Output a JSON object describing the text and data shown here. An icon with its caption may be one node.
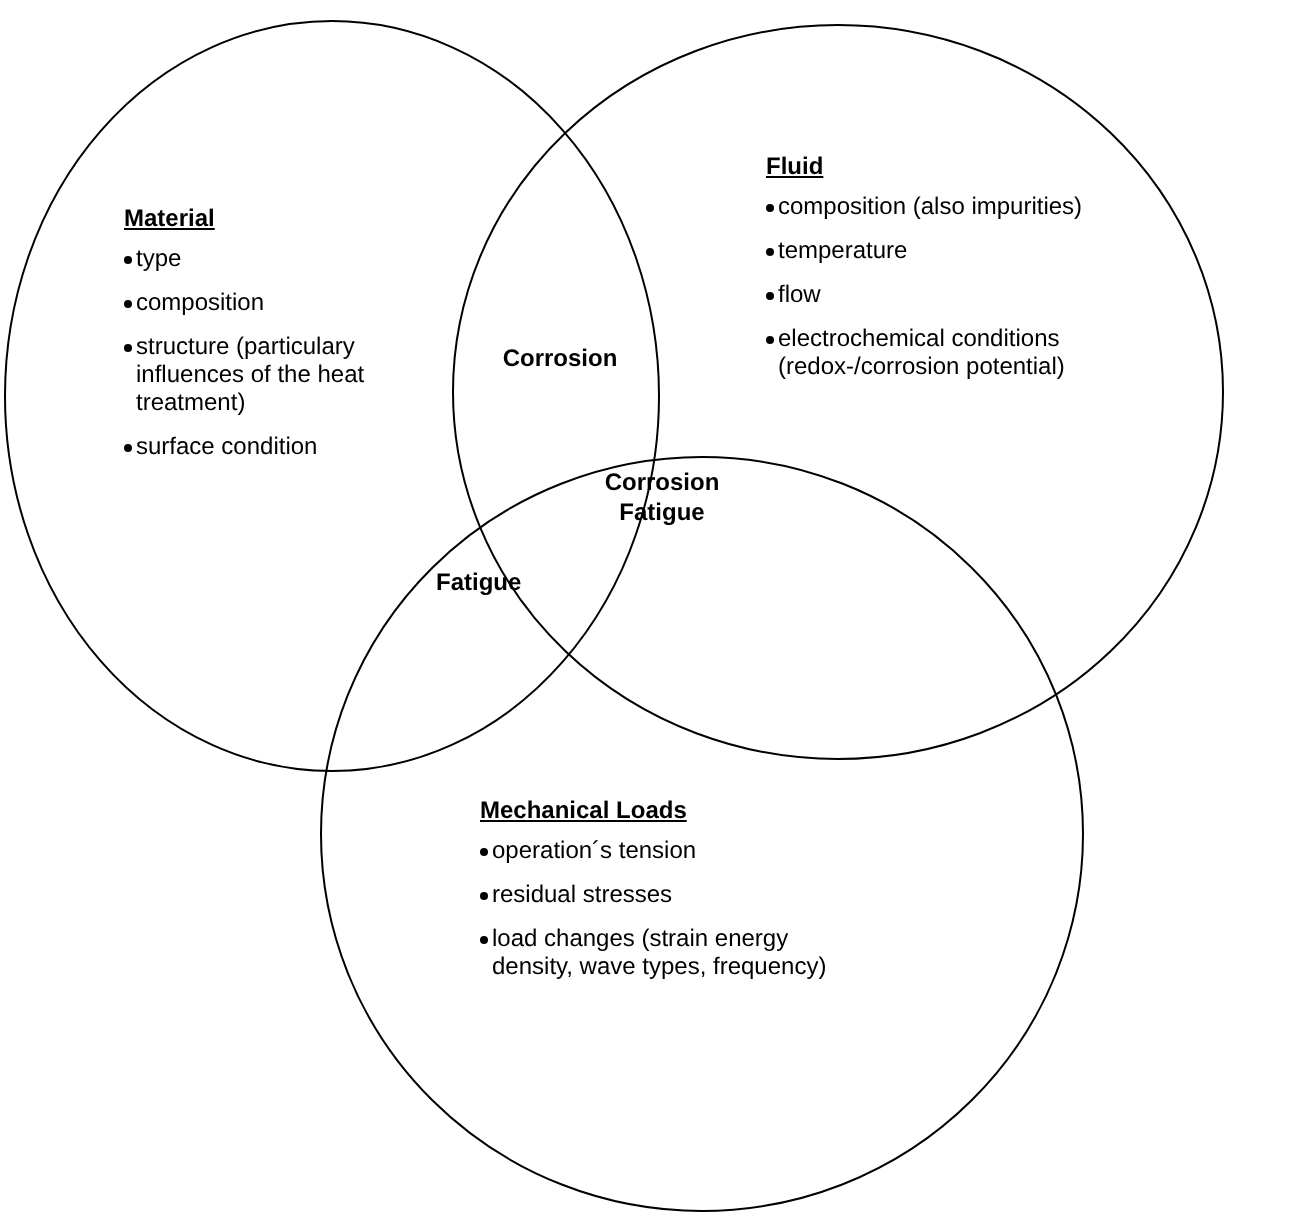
{
  "diagram": {
    "nodes": [
      {
        "text": [
          "Material",
          "type",
          "composition",
          "structure (particulary influences of the heat treatment)",
          "surface condition"
        ]
      },
      {
        "text": [
          "Fluid",
          "composition (also impurities)",
          "temperature",
          "flow",
          "electrochemical conditions (redox-/corrosion potential)"
        ]
      },
      {
        "text": [
          "Mechanical Loads",
          "operation´s tension",
          "residual stresses",
          "load changes (strain energy density, wave types, frequency)"
        ]
      }
    ],
    "edges": [],
    "labels": [
      "Corrosion",
      "Corrosion Fatigue",
      "Fatigue"
    ]
  }
}
